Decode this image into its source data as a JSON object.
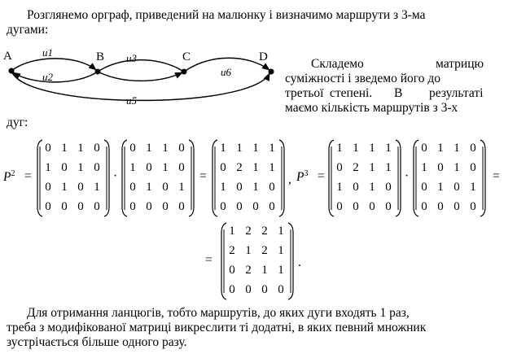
{
  "intro": {
    "line1": "Розглянемо орграф, приведений на малюнку і визначимо маршрути з 3-ма",
    "line2": "дугами:"
  },
  "graph": {
    "nodes": [
      "A",
      "B",
      "C",
      "D"
    ],
    "edges": [
      "u1",
      "u2",
      "u3",
      "u6",
      "u5"
    ]
  },
  "side_text": {
    "line1_a": "Складемо",
    "line1_b": "матрицю",
    "line2": "суміжності і зведемо його до",
    "line3_a": "третьої",
    "line3_b": "степені.",
    "line3_c": "В",
    "line3_d": "результаті",
    "line4": "маємо кількість маршрутів з 3-х",
    "line5": "дуг:"
  },
  "equations": {
    "p2_label": "P",
    "p2_exp": "2",
    "p3_label": "P",
    "p3_exp": "3",
    "eq": "=",
    "dot": "·",
    "comma": ",",
    "period": "."
  },
  "matrices": {
    "A": [
      [
        0,
        1,
        1,
        0
      ],
      [
        1,
        0,
        1,
        0
      ],
      [
        0,
        1,
        0,
        1
      ],
      [
        0,
        0,
        0,
        0
      ]
    ],
    "A2": [
      [
        1,
        1,
        1,
        1
      ],
      [
        0,
        2,
        1,
        1
      ],
      [
        1,
        0,
        1,
        0
      ],
      [
        0,
        0,
        0,
        0
      ]
    ],
    "A3": [
      [
        1,
        2,
        2,
        1
      ],
      [
        2,
        1,
        2,
        1
      ],
      [
        0,
        2,
        1,
        1
      ],
      [
        0,
        0,
        0,
        0
      ]
    ]
  },
  "outro": {
    "line1": "Для отримання ланцюгів, тобто маршрутів, до яких дуги входять 1 раз,",
    "line2": "треба з модифікованої матриці викреслити ті додатні, в яких певний множник",
    "line3": "зустрічається більше одного разу."
  }
}
